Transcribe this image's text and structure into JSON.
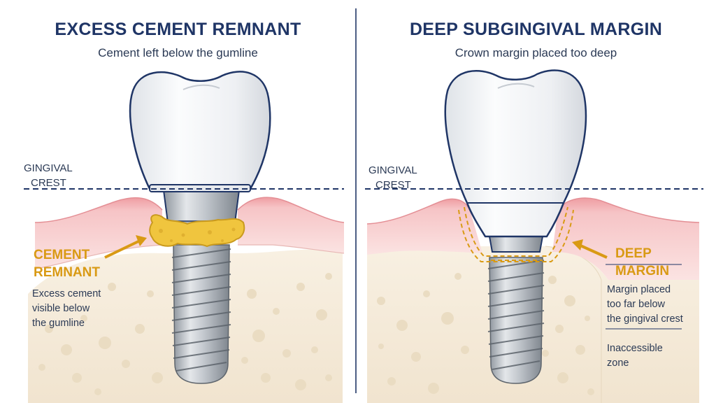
{
  "left_panel": {
    "title": "EXCESS CEMENT REMNANT",
    "subtitle": "Cement left below the gumline",
    "crest_label_line1": "GINGIVAL",
    "crest_label_line2": "CREST",
    "callout_line1": "CEMENT",
    "callout_line2": "REMNANT",
    "note_line1": "Excess cement",
    "note_line2": "visible below",
    "note_line3": "the gumline"
  },
  "right_panel": {
    "title": "DEEP SUBGINGIVAL MARGIN",
    "subtitle": "Crown margin placed too deep",
    "crest_label_line1": "GINGIVAL",
    "crest_label_line2": "CREST",
    "callout_line1": "DEEP",
    "callout_line2": "MARGIN",
    "note_line1": "Margin placed",
    "note_line2": "too far below",
    "note_line3": "the gingival crest",
    "zone_line1": "Inaccessible",
    "zone_line2": "zone"
  },
  "colors": {
    "title": "#1f3566",
    "text": "#2b3a55",
    "accent": "#d99a14",
    "cement": "#f0c53e",
    "gum": "#f4c2c4",
    "bone": "#f5ead8",
    "crown": "#eef0f3",
    "outline": "#1f3566"
  }
}
